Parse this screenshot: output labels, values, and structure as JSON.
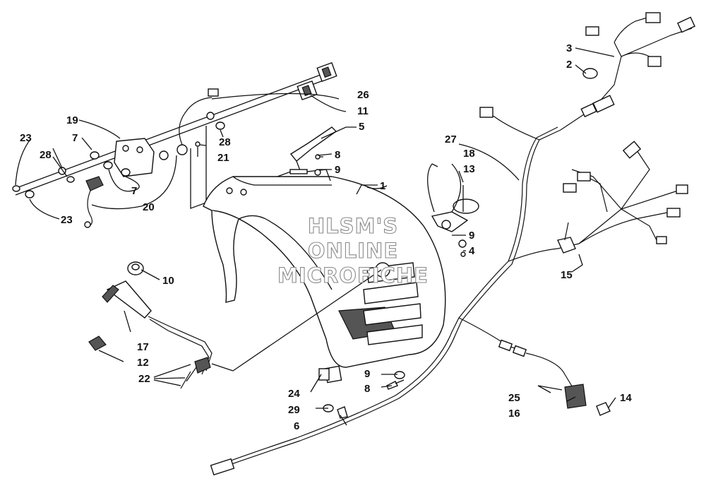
{
  "watermark": {
    "line1": "HLSM'S",
    "line2": "ONLINE",
    "line3": "MICROFICHE"
  },
  "callouts": {
    "c1": "1",
    "c2": "2",
    "c3": "3",
    "c4": "4",
    "c5": "5",
    "c6": "6",
    "c7a": "7",
    "c7b": "7",
    "c8a": "8",
    "c8b": "8",
    "c9a": "9",
    "c9b": "9",
    "c9c": "9",
    "c10": "10",
    "c11": "11",
    "c12": "12",
    "c13": "13",
    "c14": "14",
    "c15": "15",
    "c16": "16",
    "c17": "17",
    "c18": "18",
    "c19": "19",
    "c20": "20",
    "c21": "21",
    "c22": "22",
    "c23a": "23",
    "c23b": "23",
    "c24": "24",
    "c25": "25",
    "c26": "26",
    "c27": "27",
    "c28a": "28",
    "c28b": "28",
    "c29": "29"
  },
  "colors": {
    "ink": "#111111",
    "fill": "#555555",
    "watermark": "#8a8a8a"
  }
}
